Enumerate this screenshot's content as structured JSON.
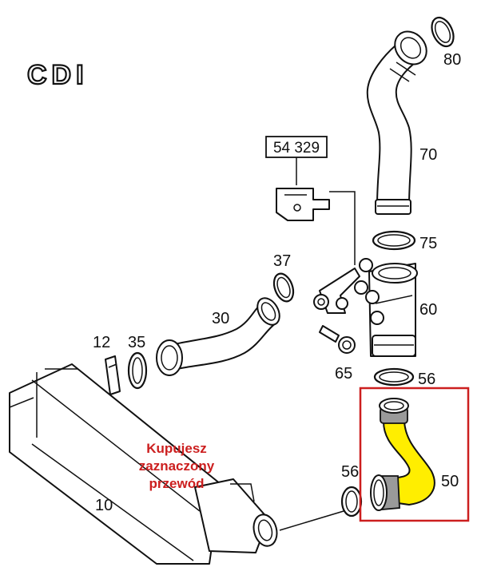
{
  "engine_badge": "CDI",
  "reference_box": "54 329",
  "callouts": {
    "p80": "80",
    "p70": "70",
    "p75": "75",
    "p60": "60",
    "p56a": "56",
    "p56b": "56",
    "p65": "65",
    "p50": "50",
    "p37": "37",
    "p30": "30",
    "p12": "12",
    "p35": "35",
    "p10": "10"
  },
  "promo_text": [
    "Kupujesz",
    "zaznaczony",
    "przewód"
  ],
  "colors": {
    "highlight_frame": "#cc1f1f",
    "highlight_fill": "#ffee00",
    "promo_text": "#cc1f1f"
  }
}
